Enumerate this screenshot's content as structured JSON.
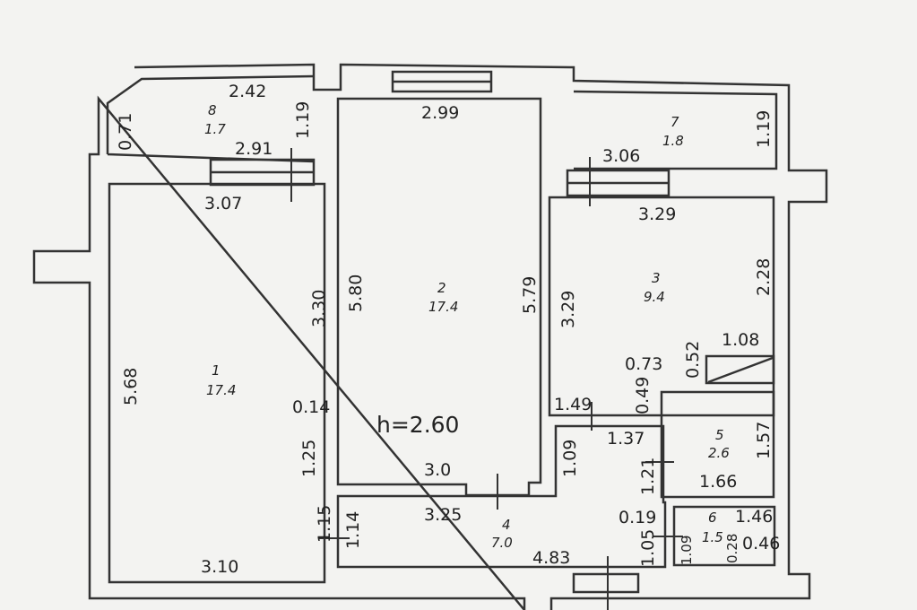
{
  "plan": {
    "ceiling_height": "h=2.60",
    "rooms": [
      {
        "number": "1",
        "area": "17.4"
      },
      {
        "number": "2",
        "area": "17.4"
      },
      {
        "number": "3",
        "area": "9.4"
      },
      {
        "number": "4",
        "area": "7.0"
      },
      {
        "number": "5",
        "area": "2.6"
      },
      {
        "number": "6",
        "area": "1.5"
      },
      {
        "number": "7",
        "area": "1.8"
      },
      {
        "number": "8",
        "area": "1.7"
      }
    ],
    "dimensions": [
      "2.42",
      "0.71",
      "1.19",
      "2.91",
      "3.07",
      "2.99",
      "3.06",
      "1.19",
      "3.29",
      "2.28",
      "5.80",
      "5.79",
      "3.30",
      "3.29",
      "5.68",
      "0.14",
      "1.25",
      "3.0",
      "1.15",
      "1.14",
      "3.25",
      "4.83",
      "3.10",
      "0.52",
      "1.08",
      "0.73",
      "0.49",
      "1.49",
      "1.37",
      "1.09",
      "1.21",
      "1.57",
      "1.66",
      "0.19",
      "1.46",
      "1.05",
      "1.09",
      "0.28",
      "0.46"
    ]
  }
}
